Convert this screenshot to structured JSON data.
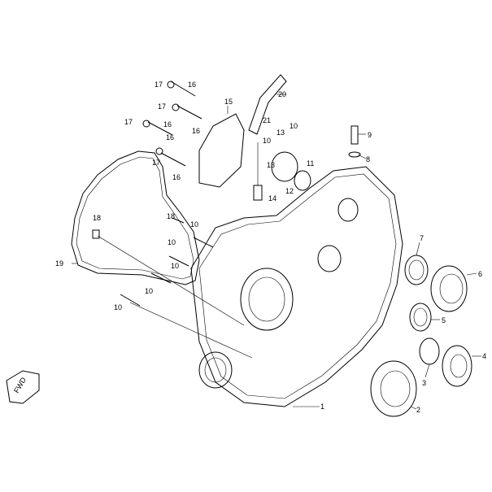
{
  "callouts": {
    "c1": "1",
    "c2": "2",
    "c3": "3",
    "c4": "4",
    "c5": "5",
    "c6": "6",
    "c7": "7",
    "c8": "8",
    "c9": "9",
    "c10a": "10",
    "c10b": "10",
    "c10c": "10",
    "c10d": "10",
    "c10e": "10",
    "c10f": "10",
    "c10g": "10",
    "c11": "11",
    "c12": "12",
    "c13a": "13",
    "c13b": "13",
    "c14": "14",
    "c15": "15",
    "c16a": "16",
    "c16b": "16",
    "c16c": "16",
    "c16d": "16",
    "c16e": "16",
    "c17a": "17",
    "c17b": "17",
    "c17c": "17",
    "c17d": "17",
    "c18a": "18",
    "c18b": "18",
    "c19": "19",
    "c20": "20",
    "c21": "21"
  },
  "fwd_label": "FWD"
}
